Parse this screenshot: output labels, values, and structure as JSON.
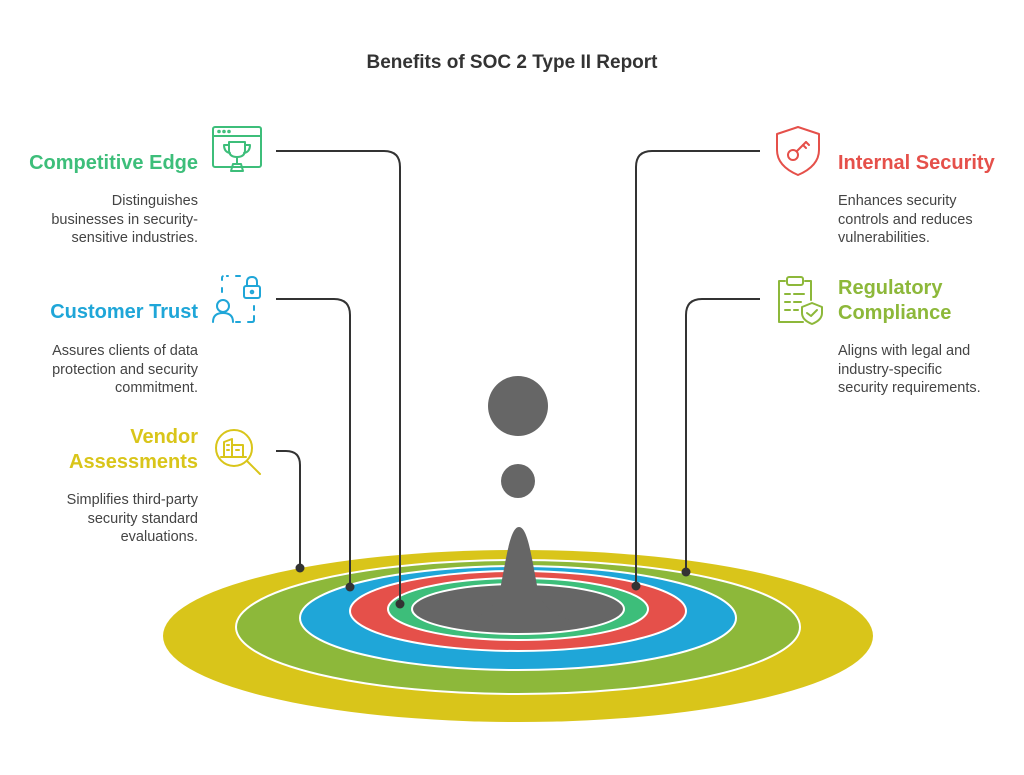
{
  "title": "Benefits of SOC 2 Type II Report",
  "colors": {
    "green": "#3DBE7A",
    "blue": "#1FA6D8",
    "yellow": "#D9C51A",
    "red": "#E5504A",
    "lime": "#8DB83A",
    "droplet": "#666666",
    "connector": "#333333"
  },
  "benefits": {
    "competitive_edge": {
      "heading": "Competitive Edge",
      "desc": [
        "Distinguishes",
        "businesses in security-",
        "sensitive industries."
      ],
      "icon": "trophy-browser-icon"
    },
    "customer_trust": {
      "heading": "Customer Trust",
      "desc": [
        "Assures clients of data",
        "protection and security",
        "commitment."
      ],
      "icon": "user-lock-icon"
    },
    "vendor_assessments": {
      "heading": [
        "Vendor",
        "Assessments"
      ],
      "desc": [
        "Simplifies third-party",
        "security standard",
        "evaluations."
      ],
      "icon": "building-magnifier-icon"
    },
    "internal_security": {
      "heading": "Internal Security",
      "desc": [
        "Enhances security",
        "controls and reduces",
        "vulnerabilities."
      ],
      "icon": "shield-key-icon"
    },
    "regulatory_compliance": {
      "heading": [
        "Regulatory",
        "Compliance"
      ],
      "desc": [
        "Aligns with legal and",
        "industry-specific",
        "security requirements."
      ],
      "icon": "clipboard-check-icon"
    }
  }
}
